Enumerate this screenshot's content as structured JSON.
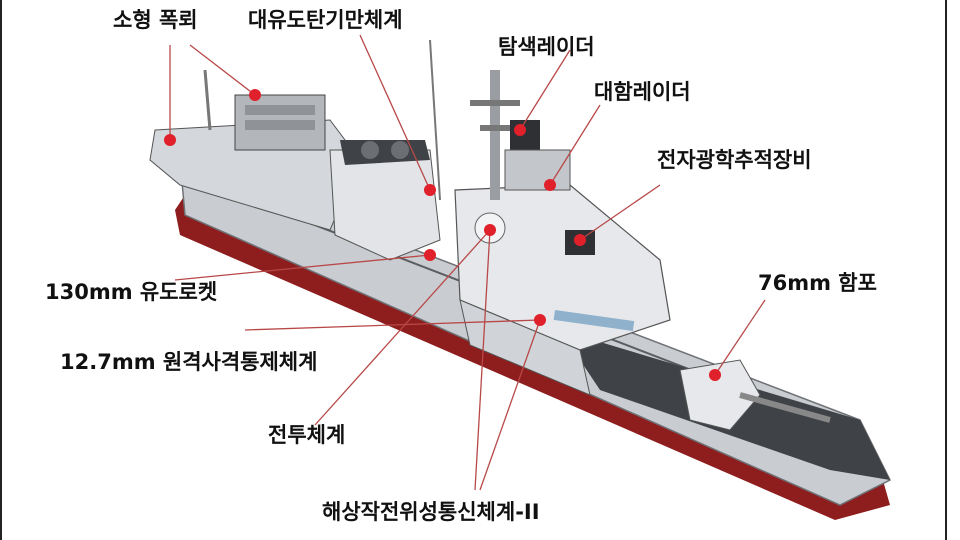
{
  "labels": {
    "small_torpedo": "소형 폭뢰",
    "decoy_system": "대유도탄기만체계",
    "search_radar": "탐색레이더",
    "ship_radar": "대함레이더",
    "eo_tracking": "전자광학추적장비",
    "rocket_130": "130mm 유도로켓",
    "rws_127": "12.7mm 원격사격통제체계",
    "gun_76": "76mm 함포",
    "combat_system": "전투체계",
    "satcom": "해상작전위성통신체계-II"
  },
  "colors": {
    "hull_grey": "#c9ccd0",
    "hull_red": "#8e1d1d",
    "deck_dark": "#4a4d52",
    "marker_red": "#e0202a",
    "leader_line": "#b84848"
  }
}
